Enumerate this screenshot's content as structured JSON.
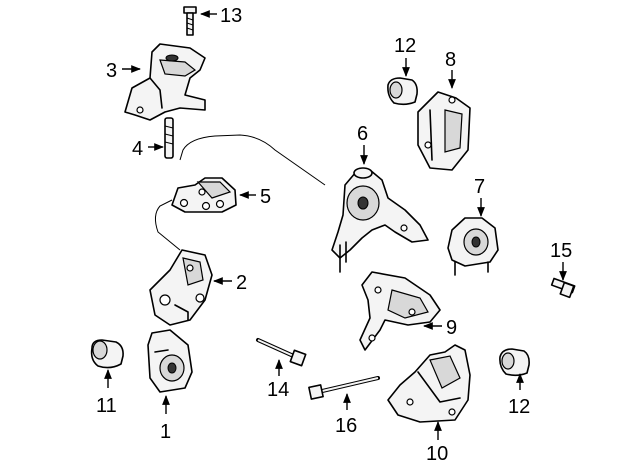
{
  "callouts": {
    "c1": "1",
    "c2": "2",
    "c3": "3",
    "c4": "4",
    "c5": "5",
    "c6": "6",
    "c7": "7",
    "c8": "8",
    "c9": "9",
    "c10": "10",
    "c11": "11",
    "c12a": "12",
    "c12b": "12",
    "c13": "13",
    "c14": "14",
    "c15": "15",
    "c16": "16"
  }
}
